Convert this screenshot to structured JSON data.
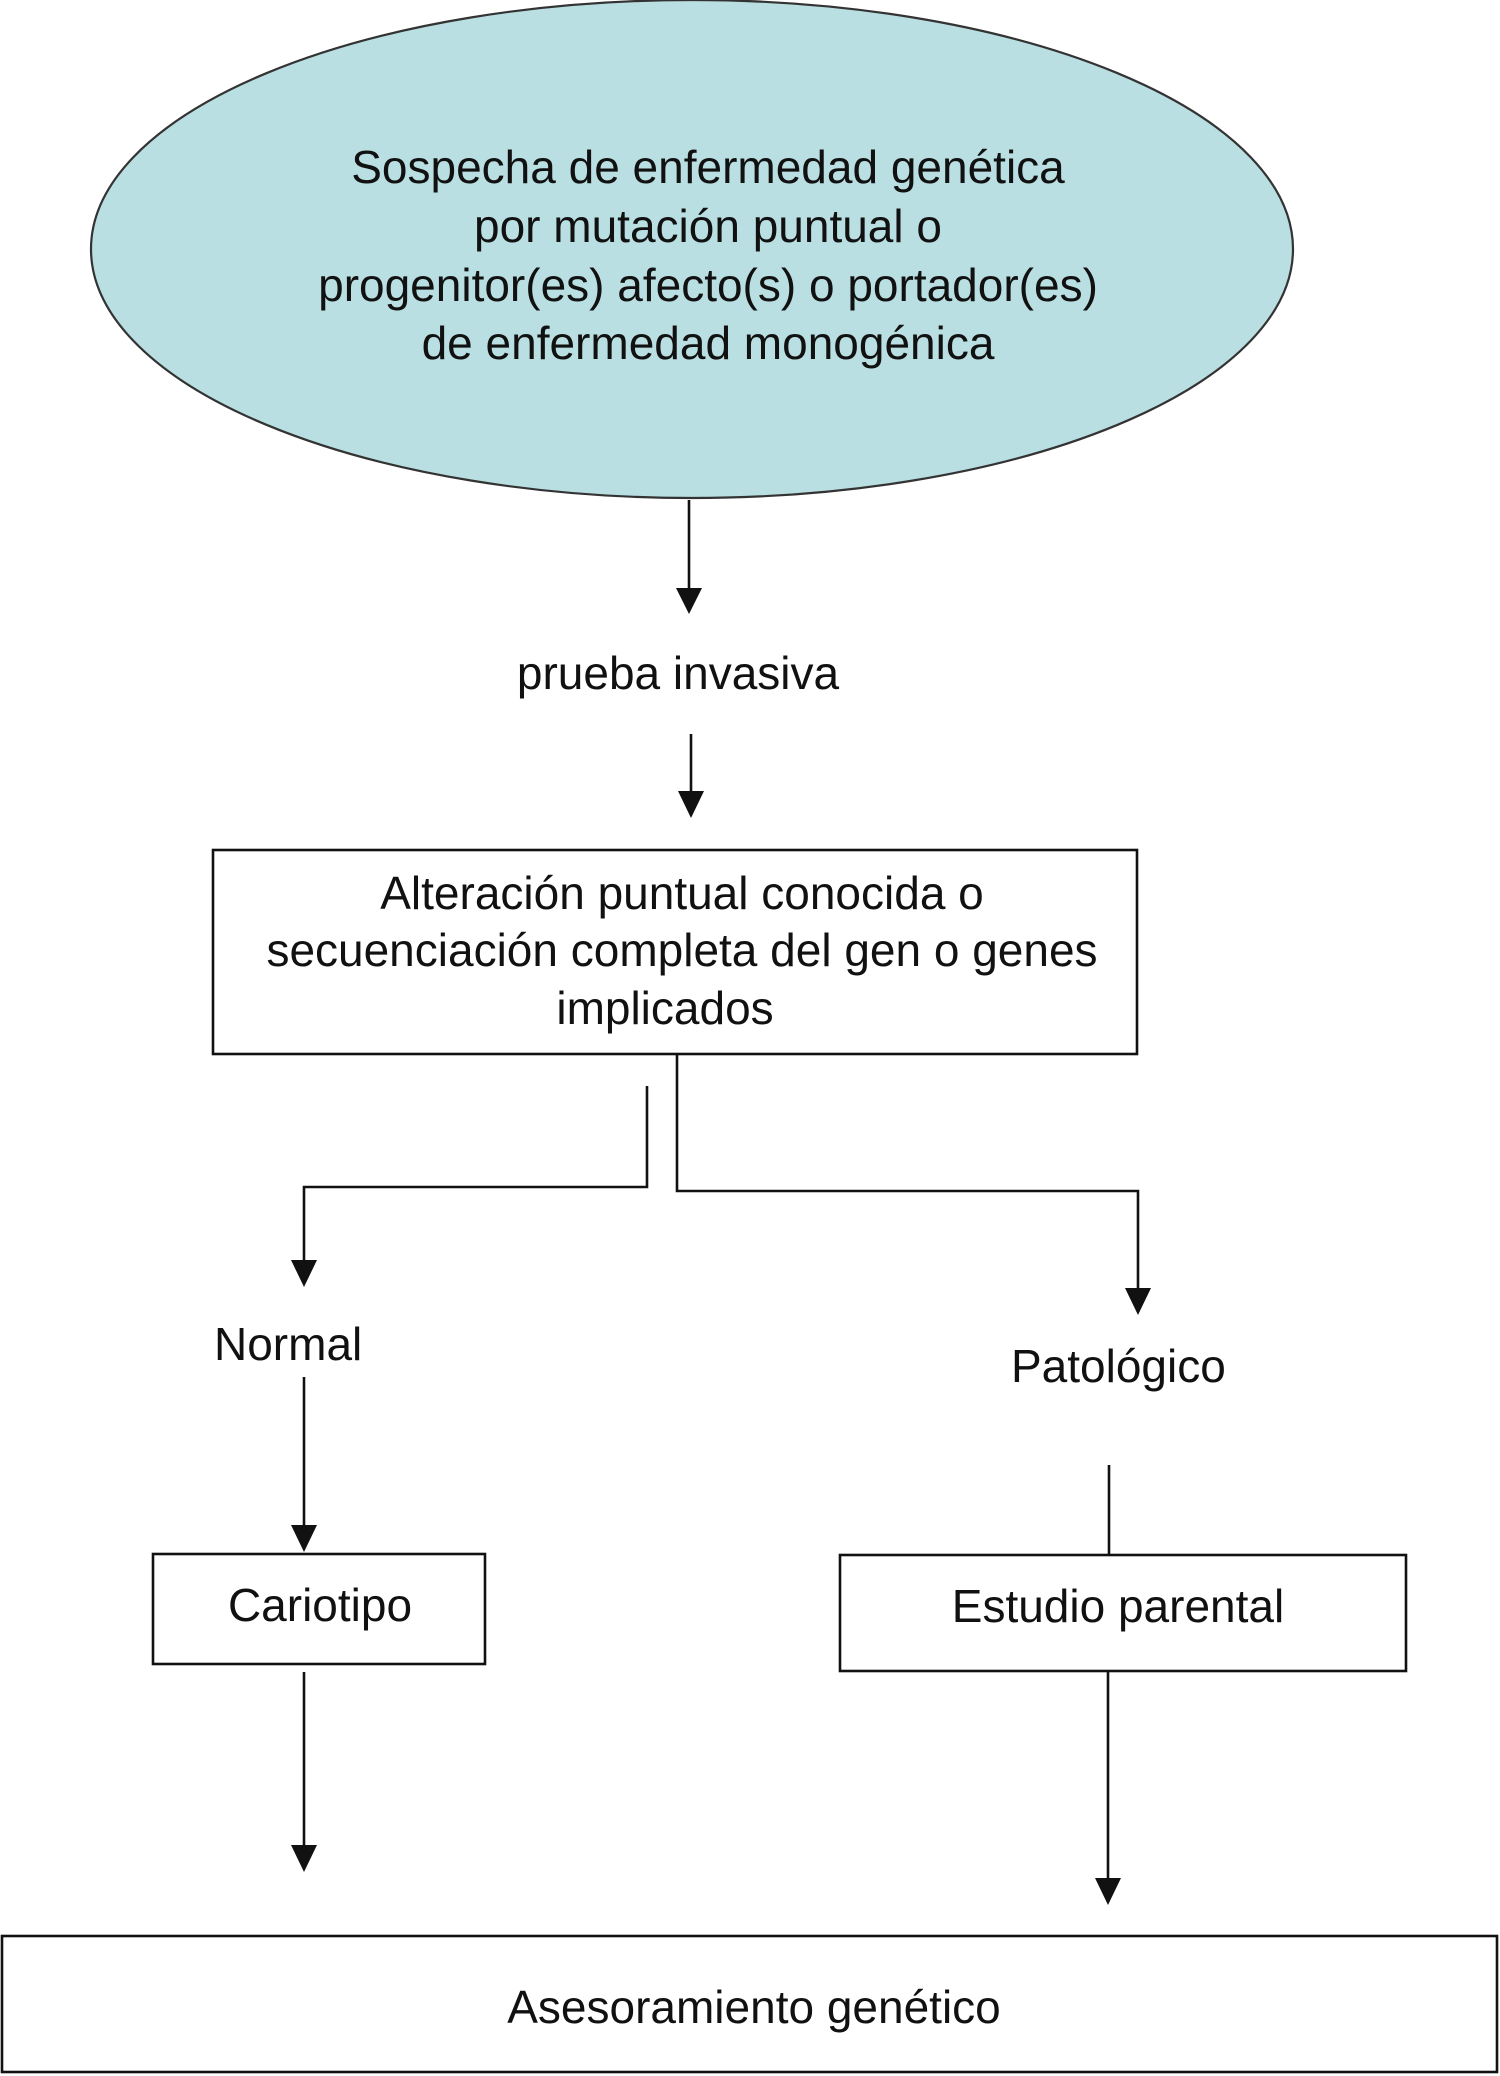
{
  "diagram": {
    "start": {
      "lines": [
        "Sospecha de enfermedad genética",
        "por mutación puntual o",
        "progenitor(es) afecto(s) o portador(es)",
        "de enfermedad monogénica"
      ],
      "fill_color": "#b9dfe2"
    },
    "step_invasive": {
      "label": "prueba invasiva"
    },
    "test_box": {
      "lines": [
        "Alteración puntual conocida o",
        "secuenciación completa del gen o genes",
        "implicados"
      ]
    },
    "branch_normal": {
      "label": "Normal"
    },
    "branch_pathologic": {
      "label": "Patológico"
    },
    "karyotype_box": {
      "label": "Cariotipo"
    },
    "parental_box": {
      "label": "Estudio parental"
    },
    "final_box": {
      "label": "Asesoramiento genético"
    }
  }
}
